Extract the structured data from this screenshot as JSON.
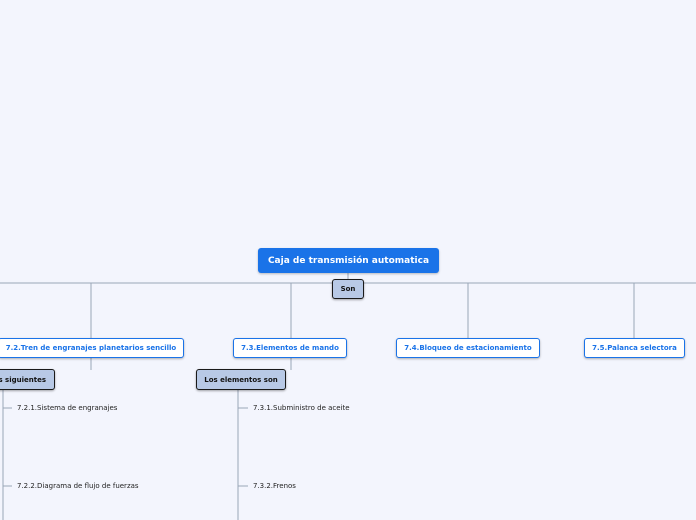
{
  "root": {
    "label": "Caja de transmisión automatica"
  },
  "root_connector": {
    "label": "Son"
  },
  "topics": [
    {
      "label": "7.2.Tren de engranajes planetarios sencillo"
    },
    {
      "label": "7.3.Elementos de mando"
    },
    {
      "label": "7.4.Bloqueo de estacionamiento"
    },
    {
      "label": "7.5.Palanca selectora"
    }
  ],
  "sub_connectors": [
    {
      "label": "s siguientes"
    },
    {
      "label": "Los elementos son"
    }
  ],
  "leaves": [
    {
      "label": "7.2.1.Sistema de engranajes"
    },
    {
      "label": "7.2.2.Diagrama de flujo de fuerzas"
    },
    {
      "label": "7.3.1.Subministro de aceite"
    },
    {
      "label": "7.3.2.Frenos"
    }
  ],
  "colors": {
    "background": "#f3f5fd",
    "root_fill": "#1a73e8",
    "topic_border": "#1a73e8",
    "connector_fill": "#b8c9e6",
    "line": "#9aa6b8"
  }
}
